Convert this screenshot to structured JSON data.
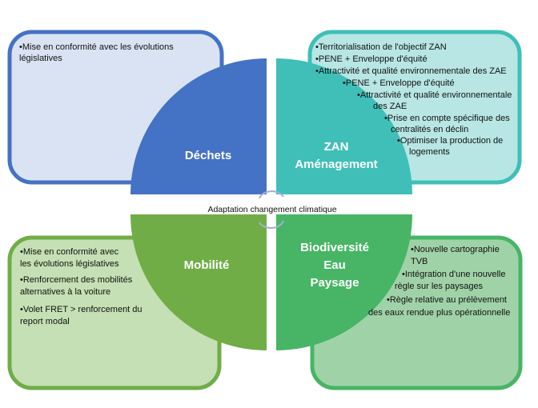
{
  "center_label": "Adaptation changement climatique",
  "colors": {
    "dechets": "#4472c4",
    "zan": "#3fbfb7",
    "mobilite": "#70ad47",
    "biodiversite": "#47b565"
  },
  "quadrants": {
    "dechets": {
      "title": "Déchets",
      "items": [
        "•Mise en conformité avec les évolutions",
        "législatives"
      ]
    },
    "zan": {
      "title_lines": [
        "ZAN",
        "Aménagement"
      ],
      "items": [
        "•Territorialisation de l'objectif ZAN",
        "•PENE + Enveloppe d'équité",
        "•Attractivité et qualité environnementale des ZAE",
        "•PENE + Enveloppe d'équité",
        "•Attractivité et qualité environnementale",
        "des ZAE",
        "•Prise en compte spécifique des",
        "centralités en déclin",
        "•Optimiser la production de",
        "logements"
      ]
    },
    "mobilite": {
      "title": "Mobilité",
      "items": [
        "•Mise en conformité avec",
        "les évolutions législatives",
        "•Renforcement des mobilités",
        "alternatives à la voiture",
        "•Volet FRET > renforcement du",
        "report modal"
      ]
    },
    "biodiversite": {
      "title_lines": [
        "Biodiversité",
        "Eau",
        "Paysage"
      ],
      "items": [
        "•Nouvelle cartographie",
        "TVB",
        "•Intégration d'une nouvelle",
        "règle sur les paysages",
        "•Règle relative au prélèvement",
        "des eaux rendue plus opérationnelle"
      ]
    }
  }
}
